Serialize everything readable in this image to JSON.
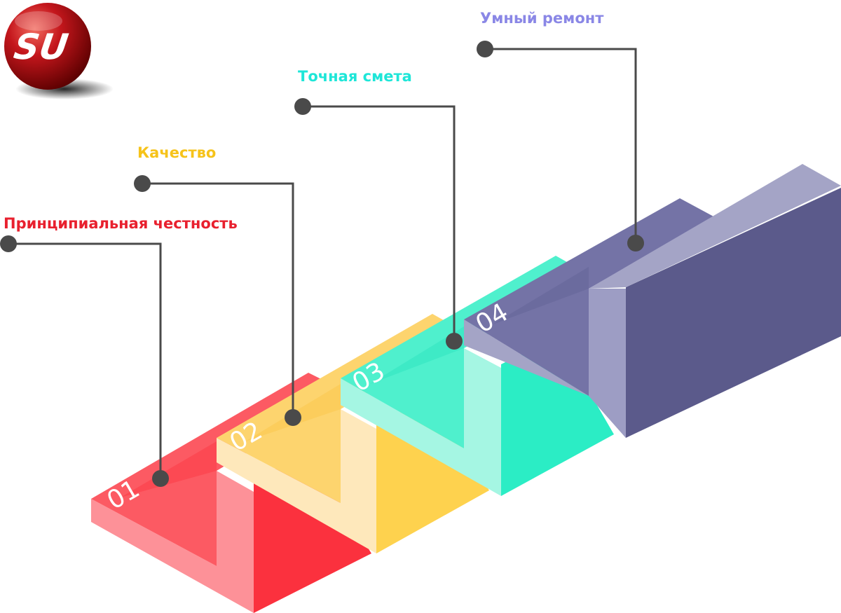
{
  "logo": {
    "text": "SU"
  },
  "steps": [
    {
      "number": "01",
      "label": "Принципиальная честность",
      "label_color": "#e8202e",
      "colors": {
        "top": "#fc5a63",
        "side": "#fd9198",
        "front": "#fb313e"
      }
    },
    {
      "number": "02",
      "label": "Качество",
      "label_color": "#f6c31a",
      "colors": {
        "top": "#fdd46e",
        "side": "#fee8bb",
        "front": "#fed24e"
      }
    },
    {
      "number": "03",
      "label": "Точная смета",
      "label_color": "#1ee6d8",
      "colors": {
        "top": "#4ff0cd",
        "side": "#a5f6e3",
        "front": "#2bedc5"
      }
    },
    {
      "number": "04",
      "label": "Умный ремонт",
      "label_color": "#8a87e6",
      "colors": {
        "top": "#7473a6",
        "side": "#a4a4c6",
        "front": "#5b5a8b"
      }
    }
  ],
  "connector_color": "#4a4a4a"
}
